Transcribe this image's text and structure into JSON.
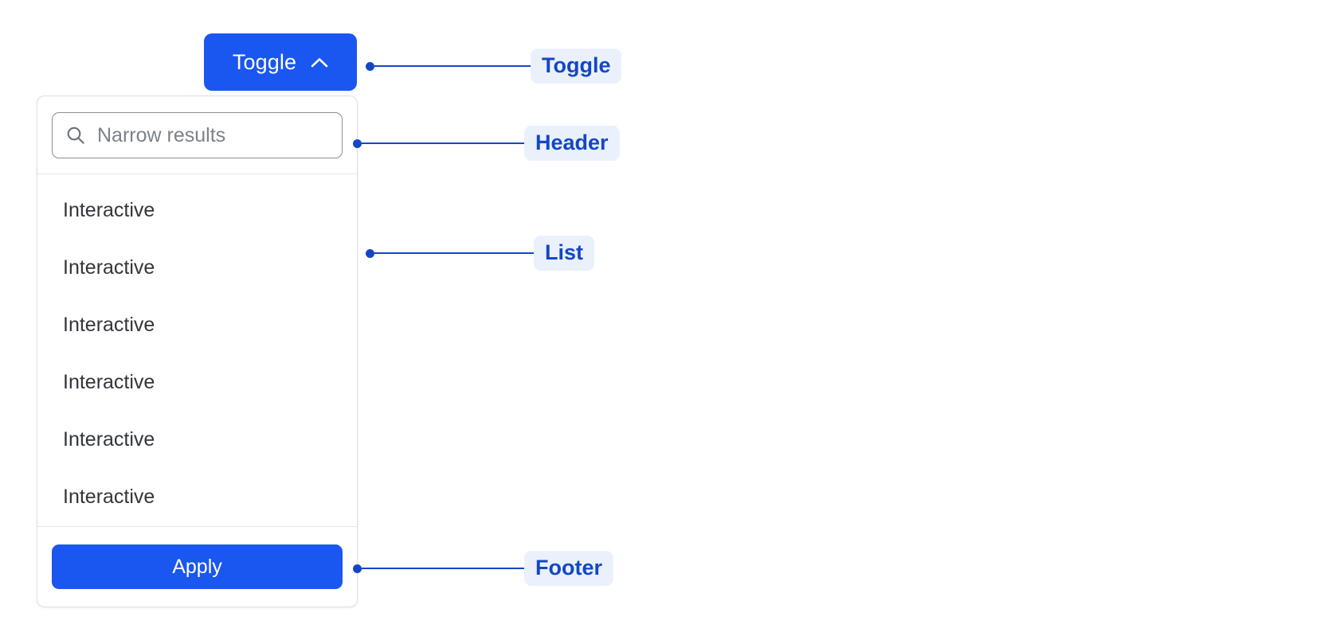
{
  "toggle": {
    "label": "Toggle",
    "icon": "chevron-up-icon",
    "bg_color": "#1a56f0",
    "text_color": "#ffffff",
    "expanded": true
  },
  "panel": {
    "header": {
      "search": {
        "icon": "search-icon",
        "placeholder": "Narrow results",
        "value": ""
      }
    },
    "list": {
      "items": [
        {
          "label": "Interactive"
        },
        {
          "label": "Interactive"
        },
        {
          "label": "Interactive"
        },
        {
          "label": "Interactive"
        },
        {
          "label": "Interactive"
        },
        {
          "label": "Interactive"
        }
      ]
    },
    "footer": {
      "apply_label": "Apply",
      "apply_bg_color": "#1a56f0"
    },
    "border_color": "#dcdfe4",
    "divider_color": "#e6e8eb",
    "background": "#ffffff"
  },
  "annotations": {
    "accent_color": "#1447c4",
    "chip_bg_color": "#eaf1fd",
    "items": [
      {
        "label": "Toggle"
      },
      {
        "label": "Header"
      },
      {
        "label": "List"
      },
      {
        "label": "Footer"
      }
    ]
  }
}
